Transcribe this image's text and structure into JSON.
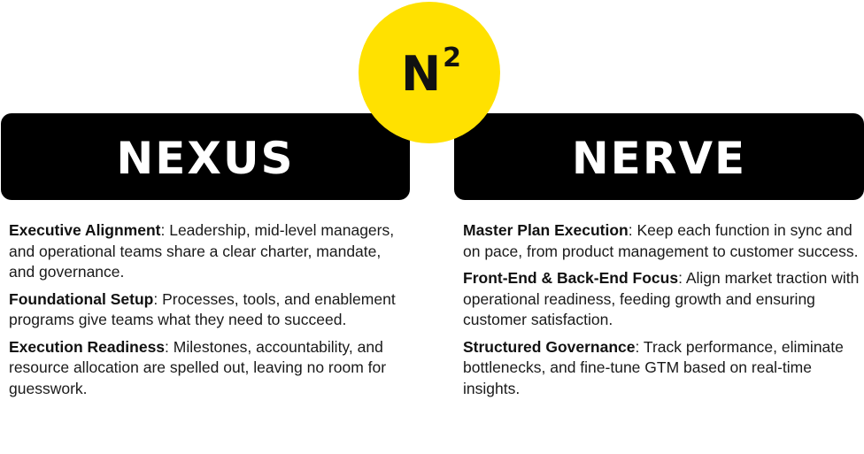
{
  "badge": {
    "letter": "N",
    "superscript": "2",
    "color": "#ffe100"
  },
  "columns": [
    {
      "title": "NEXUS",
      "items": [
        {
          "term": "Executive Alignment",
          "sep": ": ",
          "text": "Leadership, mid-level managers, and operational teams share a clear charter, mandate, and governance."
        },
        {
          "term": "Foundational Setup",
          "sep": ": ",
          "text": "Processes, tools, and enablement programs give teams what they need to succeed."
        },
        {
          "term": "Execution Readiness",
          "sep": ": ",
          "text": "Milestones, accountability, and resource allocation are spelled out, leaving no room for guesswork."
        }
      ]
    },
    {
      "title": "NERVE",
      "items": [
        {
          "term": "Master Plan Execution",
          "sep": ": ",
          "text": "Keep each function in sync and on pace, from product management to customer success."
        },
        {
          "term": "Front-End & Back-End Focus",
          "sep": ": ",
          "text": "Align market traction with operational readiness, feeding growth and ensuring customer satisfaction."
        },
        {
          "term": "Structured Governance",
          "sep": ": ",
          "text": "Track performance, eliminate bottlenecks, and fine-tune GTM based on real-time insights."
        }
      ]
    }
  ]
}
